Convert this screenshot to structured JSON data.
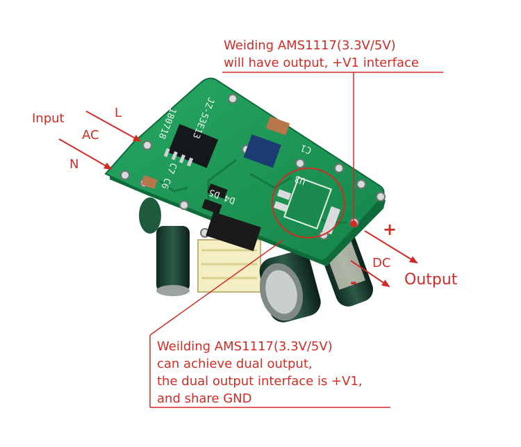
{
  "labels": {
    "input": "Input",
    "ac": "AC",
    "l": "L",
    "n": "N",
    "plus": "+",
    "minus": "-",
    "dc": "DC",
    "output": "Output"
  },
  "callout_top": {
    "line1": "Weiding AMS1117(3.3V/5V)",
    "line2": "will have output, +V1 interface"
  },
  "callout_bottom": {
    "line1": "Weilding AMS1117(3.3V/5V)",
    "line2": "can achieve dual output,",
    "line3": "the dual output interface is +V1,",
    "line4": "and share GND"
  },
  "board_silkscreen": {
    "model": "JZ-53E13",
    "code": "180718",
    "ic": "U3",
    "caps": "C7 C6",
    "diodes": "D4 D5",
    "misc": "C1"
  },
  "colors": {
    "accent": "#d42a24",
    "pcb": "#1f9a57",
    "background": "#ffffff"
  }
}
